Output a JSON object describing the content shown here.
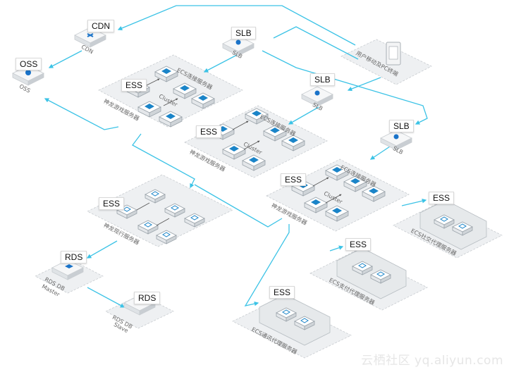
{
  "labels": {
    "cdn_top": "CDN",
    "cdn_tile": "CDN",
    "oss_top": "OSS",
    "oss_tile": "OSS",
    "slb1_top": "SLB",
    "slb1_tile": "SLB",
    "slb2_top": "SLB",
    "slb2_tile": "SLB",
    "slb3_top": "SLB",
    "slb3_tile": "SLB",
    "client": "用户移动及PC终端",
    "ess1": "ESS",
    "ess2": "ESS",
    "ess3": "ESS",
    "ess4": "ESS",
    "ess5": "ESS",
    "ess6": "ESS",
    "ess7": "ESS",
    "ecs_conn": "ECS连接服务器",
    "cluster": "Cluster",
    "game_server": "神龙游戏服务器",
    "game_server_b": "神龙游戏服务器",
    "game_server_c": "神龙游戏服务器",
    "ecs_conn_b": "ECS连接服务器",
    "ecs_conn_c": "ECS连接服务器",
    "cluster_b": "Cluster",
    "cluster_c": "Cluster",
    "shenlong_mgmt": "神龙现行服务器",
    "rds_master_top": "RDS",
    "rds_master_l1": "RDS DB",
    "rds_master_l2": "Master",
    "rds_slave_top": "RDS",
    "rds_slave_l1": "RDS DB",
    "rds_slave_l2": "Slave",
    "ecs_social": "ECS社交代理服务器",
    "ecs_pay": "ECS支付代理服务器",
    "ecs_msg": "ECS通讯代理服务器",
    "watermark": "云栖社区 yq.aliyun.com"
  },
  "colors": {
    "link": "#3cc3e6",
    "node": "#1a73c9",
    "panel": "#eef0f2"
  }
}
